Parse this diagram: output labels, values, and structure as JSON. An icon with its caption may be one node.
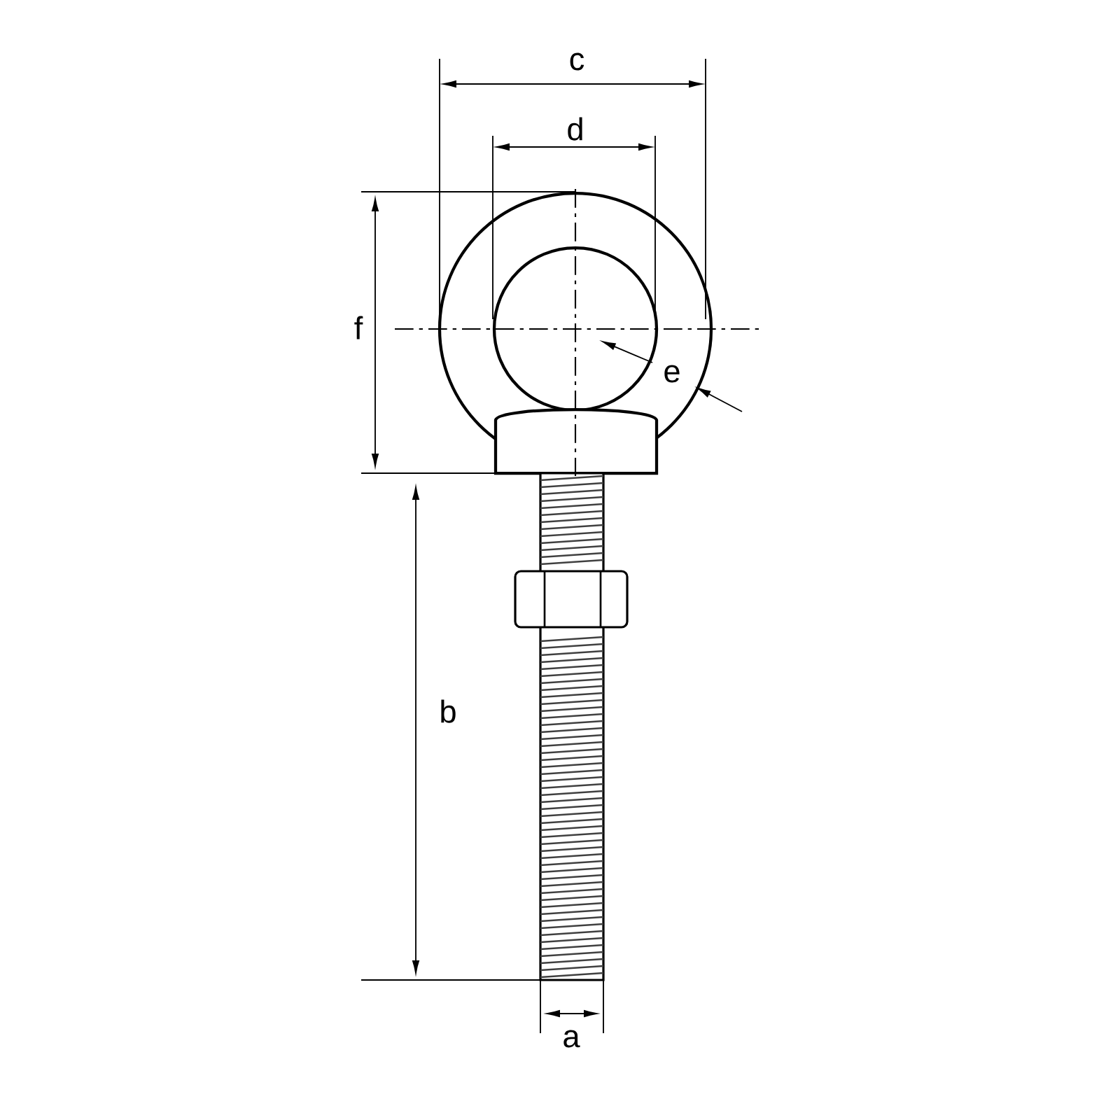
{
  "diagram": {
    "labels": [
      "c",
      "d",
      "f",
      "e",
      "b",
      "a"
    ]
  }
}
